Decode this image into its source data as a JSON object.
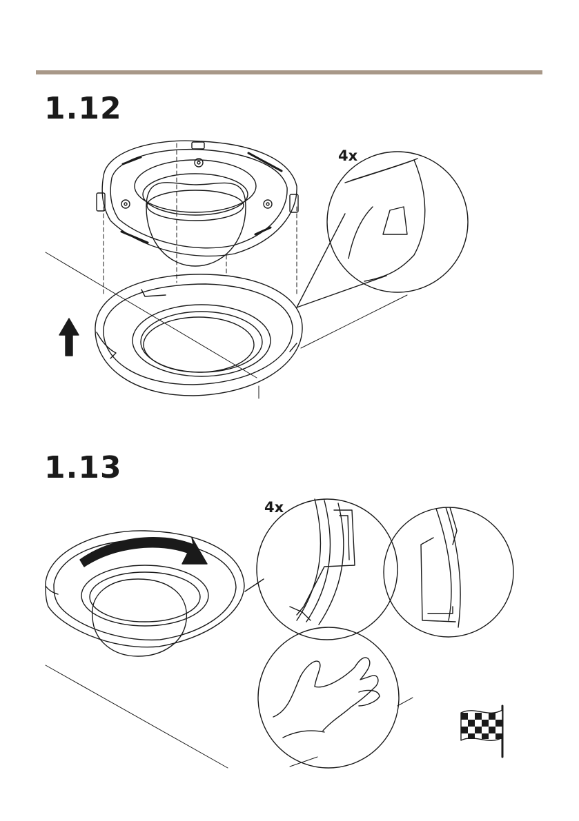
{
  "colors": {
    "rule": "#a89888",
    "ink": "#1a1a1a",
    "background": "#ffffff"
  },
  "step1": {
    "number": "1.12",
    "count": "4x"
  },
  "step2": {
    "number": "1.13",
    "count": "4x"
  },
  "icons": {
    "step1": [
      "camera-dome-icon",
      "cover-ring-icon",
      "up-arrow-icon",
      "detail-clip-icon"
    ],
    "step2": [
      "rotate-arrow-icon",
      "detail-clip-icon",
      "hand-icon",
      "finish-flag-icon"
    ]
  }
}
